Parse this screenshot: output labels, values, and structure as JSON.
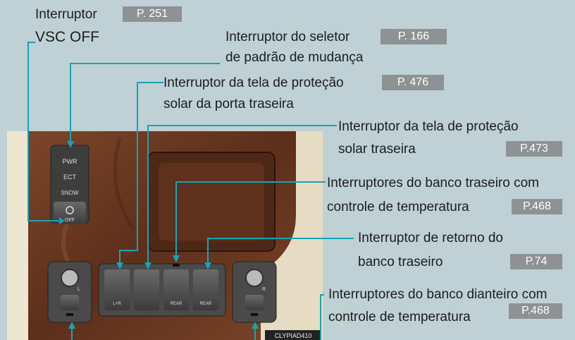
{
  "callouts": [
    {
      "id": "vsc",
      "line1": "Interruptor",
      "line2": "VSC OFF",
      "ref": "P. 251"
    },
    {
      "id": "pattern",
      "line1": "Interruptor do seletor",
      "line2": "de padrão de mudança",
      "ref": "P. 166"
    },
    {
      "id": "rear_door_shade",
      "line1": "Interruptor da tela de proteção",
      "line2": "solar da porta traseira",
      "ref": "P. 476"
    },
    {
      "id": "rear_shade",
      "line1": "Interruptor da tela de proteção",
      "line2": "solar traseira",
      "ref": "P.473"
    },
    {
      "id": "rear_seat_temp",
      "line1": "Interruptores do banco traseiro com",
      "line2": "controle de temperatura",
      "ref": "P.468"
    },
    {
      "id": "rear_seat_return",
      "line1": "Interruptor de retorno do",
      "line2": "banco traseiro",
      "ref": "P.74"
    },
    {
      "id": "front_seat_temp",
      "line1": "Interruptores do banco dianteiro com",
      "line2": "controle de temperatura",
      "ref": "P.468"
    }
  ],
  "panel_labels": {
    "pwr": "PWR",
    "ect": "ECT",
    "snow": "SNOW",
    "off": "OFF",
    "lr": "L+R",
    "rear1": "REAR",
    "rear2": "REAR",
    "l": "L",
    "r": "R"
  },
  "image_code": "CLYPIAD410",
  "colors": {
    "background": "#bfd1d4",
    "leader": "#17a3b5",
    "ref_box": "#8e9294",
    "wood": "#6b3a22",
    "panel": "#4a4a4a"
  }
}
